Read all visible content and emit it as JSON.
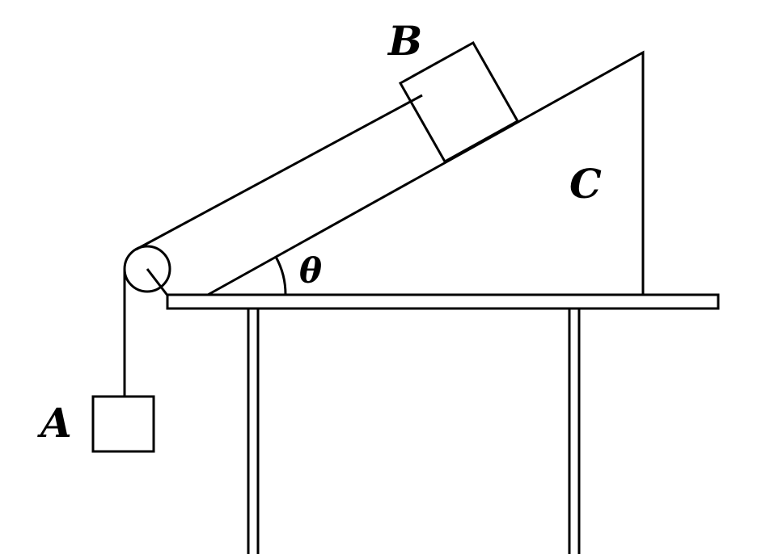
{
  "labels": {
    "block_a": "A",
    "block_b": "B",
    "wedge_c": "C",
    "angle": "θ"
  }
}
